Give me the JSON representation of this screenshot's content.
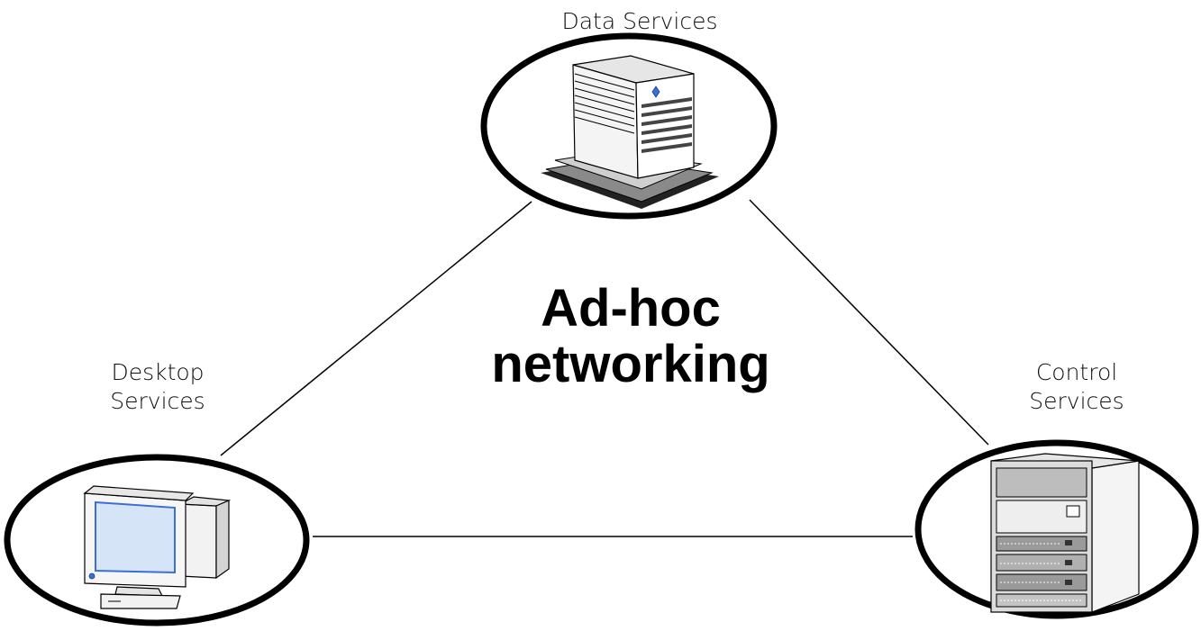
{
  "diagram": {
    "title_line1": "Ad-hoc",
    "title_line2": "networking",
    "nodes": {
      "data": {
        "label": "Data Services"
      },
      "desktop": {
        "label_line1": "Desktop",
        "label_line2": "Services"
      },
      "control": {
        "label_line1": "Control",
        "label_line2": "Services"
      }
    },
    "colors": {
      "line": "#000000",
      "ellipse_stroke": "#000000",
      "server_body": "#f4f4f4",
      "shadow": "#555555",
      "screen": "#d6e4f8",
      "accent_blue": "#3b6fd6"
    }
  }
}
